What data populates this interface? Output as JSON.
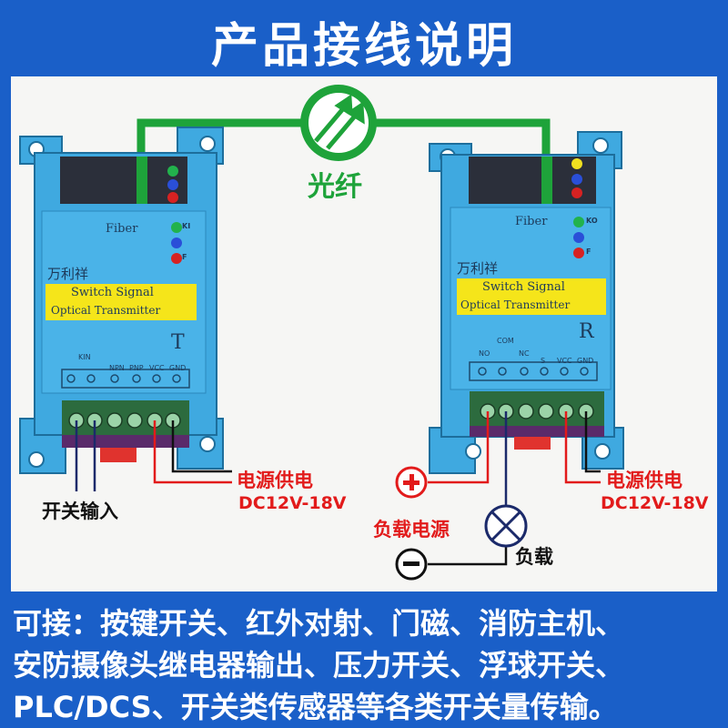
{
  "title": "产品接线说明",
  "fiber_label": "光纤",
  "transmitter": {
    "brand": "万利祥",
    "fiber": "Fiber",
    "name_line1": "Switch Signal",
    "name_line2": "Optical Transmitter",
    "letter": "T",
    "terminals": [
      "KIN",
      "",
      "NPN",
      "PNP",
      "VCC",
      "GND"
    ],
    "led_labels": [
      "KI",
      "",
      "F"
    ]
  },
  "receiver": {
    "brand": "万利祥",
    "fiber": "Fiber",
    "name_line1": "Switch Signal",
    "name_line2": "Optical Transmitter",
    "letter": "R",
    "terminals": [
      "NO",
      "COM",
      "NC",
      "S",
      "VCC",
      "GND"
    ],
    "led_labels": [
      "KO",
      "",
      "F"
    ]
  },
  "power_left": {
    "label": "电源供电",
    "voltage": "DC12V-18V"
  },
  "power_right": {
    "label": "电源供电",
    "voltage": "DC12V-18V"
  },
  "switch_input": "开关输入",
  "load_power": "负载电源",
  "load": "负载",
  "footer": {
    "line1": "可接：按键开关、红外对射、门磁、消防主机、",
    "line2": "安防摄像头继电器输出、压力开关、浮球开关、",
    "line3": "PLC/DCS、开关类传感器等各类开关量传输。"
  },
  "colors": {
    "blue": "#1a5fc8",
    "device": "#3fa9e0",
    "yellow": "#f5e51a",
    "green_fiber": "#1ea33a",
    "wire_red": "#e21b1b"
  }
}
